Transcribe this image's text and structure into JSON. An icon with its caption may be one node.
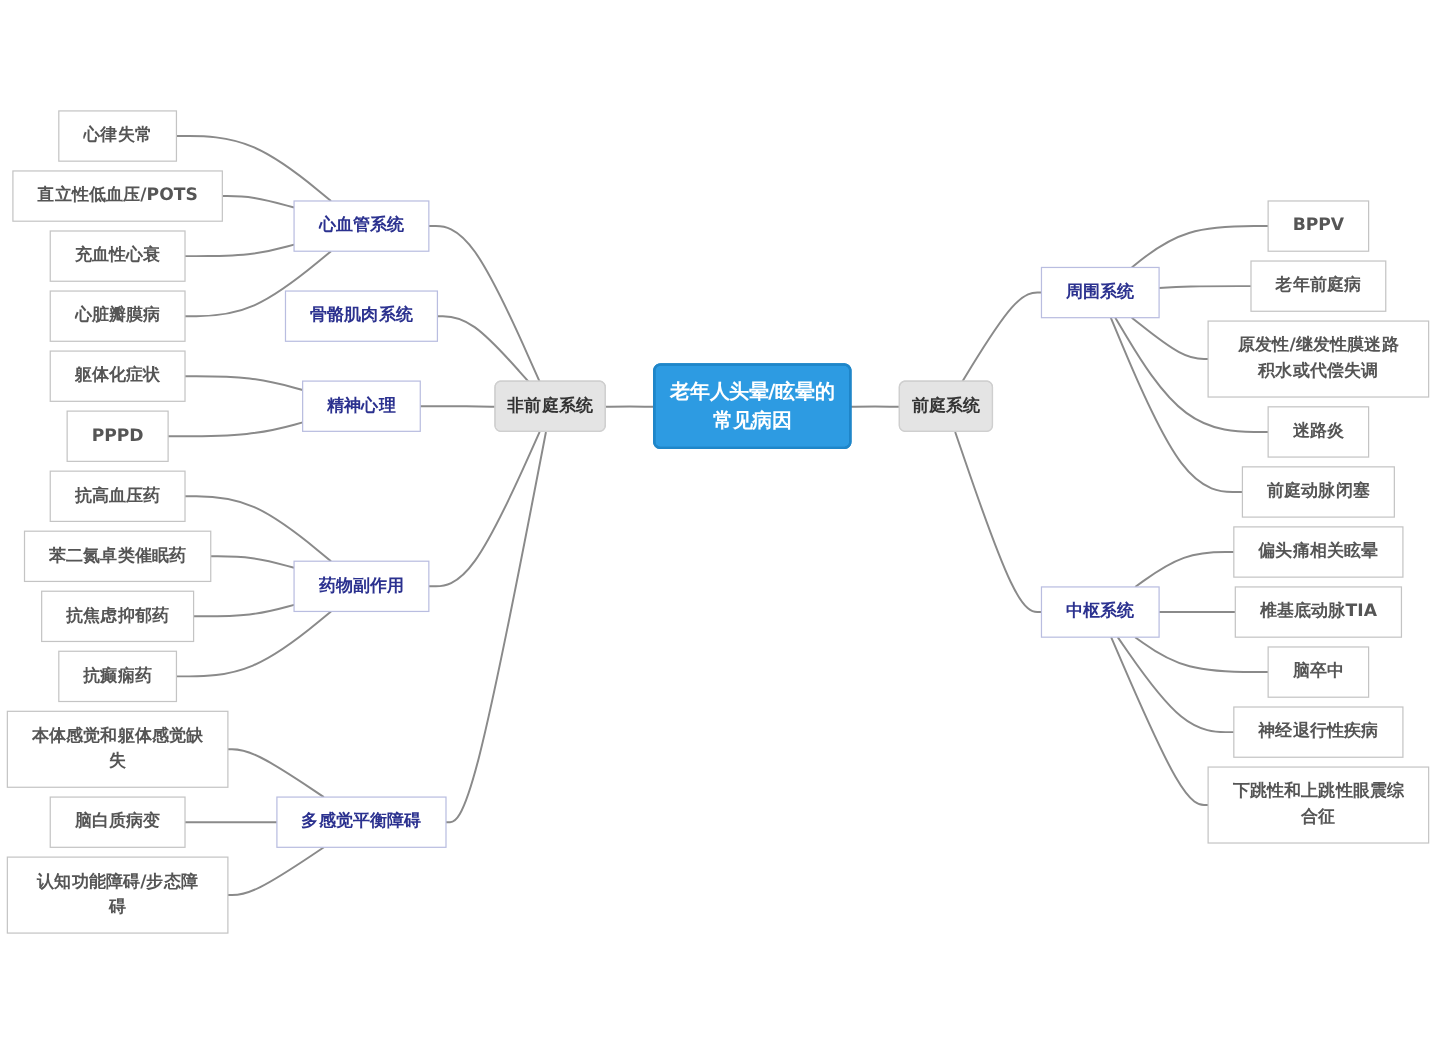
{
  "diagram": {
    "nodes": [
      {
        "text": [
          "老年人头晕/眩晕的常见病因"
        ]
      },
      {
        "text": [
          "前庭系统"
        ]
      },
      {
        "text": [
          "周围系统"
        ]
      },
      {
        "text": [
          "BPPV"
        ]
      },
      {
        "text": [
          "老年前庭病"
        ]
      },
      {
        "text": [
          "原发性/继发性膜迷路积水或代偿失调"
        ]
      },
      {
        "text": [
          "迷路炎"
        ]
      },
      {
        "text": [
          "前庭动脉闭塞"
        ]
      },
      {
        "text": [
          "中枢系统"
        ]
      },
      {
        "text": [
          "偏头痛相关眩晕"
        ]
      },
      {
        "text": [
          "椎基底动脉TIA"
        ]
      },
      {
        "text": [
          "脑卒中"
        ]
      },
      {
        "text": [
          "神经退行性疾病"
        ]
      },
      {
        "text": [
          "下跳性和上跳性眼震综合征"
        ]
      },
      {
        "text": [
          "非前庭系统"
        ]
      },
      {
        "text": [
          "心血管系统"
        ]
      },
      {
        "text": [
          "心律失常"
        ]
      },
      {
        "text": [
          "直立性低血压/POTS"
        ]
      },
      {
        "text": [
          "充血性心衰"
        ]
      },
      {
        "text": [
          "心脏瓣膜病"
        ]
      },
      {
        "text": [
          "骨骼肌肉系统"
        ]
      },
      {
        "text": [
          "精神心理"
        ]
      },
      {
        "text": [
          "躯体化症状"
        ]
      },
      {
        "text": [
          "PPPD"
        ]
      },
      {
        "text": [
          "药物副作用"
        ]
      },
      {
        "text": [
          "抗高血压药"
        ]
      },
      {
        "text": [
          "苯二氮卓类催眠药"
        ]
      },
      {
        "text": [
          "抗焦虑抑郁药"
        ]
      },
      {
        "text": [
          "抗癫痫药"
        ]
      },
      {
        "text": [
          "多感觉平衡障碍"
        ]
      },
      {
        "text": [
          "本体感觉和躯体感觉缺失"
        ]
      },
      {
        "text": [
          "脑白质病变"
        ]
      },
      {
        "text": [
          "认知功能障碍/步态障碍"
        ]
      }
    ],
    "edges": [
      {
        "from": 0,
        "to": 1,
        "arrow": "none"
      },
      {
        "from": 1,
        "to": 2,
        "arrow": "none"
      },
      {
        "from": 2,
        "to": 3,
        "arrow": "none"
      },
      {
        "from": 2,
        "to": 4,
        "arrow": "none"
      },
      {
        "from": 2,
        "to": 5,
        "arrow": "none"
      },
      {
        "from": 2,
        "to": 6,
        "arrow": "none"
      },
      {
        "from": 2,
        "to": 7,
        "arrow": "none"
      },
      {
        "from": 1,
        "to": 8,
        "arrow": "none"
      },
      {
        "from": 8,
        "to": 9,
        "arrow": "none"
      },
      {
        "from": 8,
        "to": 10,
        "arrow": "none"
      },
      {
        "from": 8,
        "to": 11,
        "arrow": "none"
      },
      {
        "from": 8,
        "to": 12,
        "arrow": "none"
      },
      {
        "from": 8,
        "to": 13,
        "arrow": "none"
      },
      {
        "from": 14,
        "to": 0,
        "arrow": "none"
      },
      {
        "from": 15,
        "to": 14,
        "arrow": "none"
      },
      {
        "from": 16,
        "to": 15,
        "arrow": "none"
      },
      {
        "from": 17,
        "to": 15,
        "arrow": "none"
      },
      {
        "from": 18,
        "to": 15,
        "arrow": "none"
      },
      {
        "from": 19,
        "to": 15,
        "arrow": "none"
      },
      {
        "from": 20,
        "to": 14,
        "arrow": "none"
      },
      {
        "from": 21,
        "to": 14,
        "arrow": "none"
      },
      {
        "from": 22,
        "to": 21,
        "arrow": "none"
      },
      {
        "from": 23,
        "to": 21,
        "arrow": "none"
      },
      {
        "from": 24,
        "to": 14,
        "arrow": "none"
      },
      {
        "from": 25,
        "to": 24,
        "arrow": "none"
      },
      {
        "from": 26,
        "to": 24,
        "arrow": "none"
      },
      {
        "from": 27,
        "to": 24,
        "arrow": "none"
      },
      {
        "from": 28,
        "to": 24,
        "arrow": "none"
      },
      {
        "from": 29,
        "to": 14,
        "arrow": "none"
      },
      {
        "from": 30,
        "to": 29,
        "arrow": "none"
      },
      {
        "from": 31,
        "to": 29,
        "arrow": "none"
      },
      {
        "from": 32,
        "to": 29,
        "arrow": "none"
      }
    ]
  }
}
